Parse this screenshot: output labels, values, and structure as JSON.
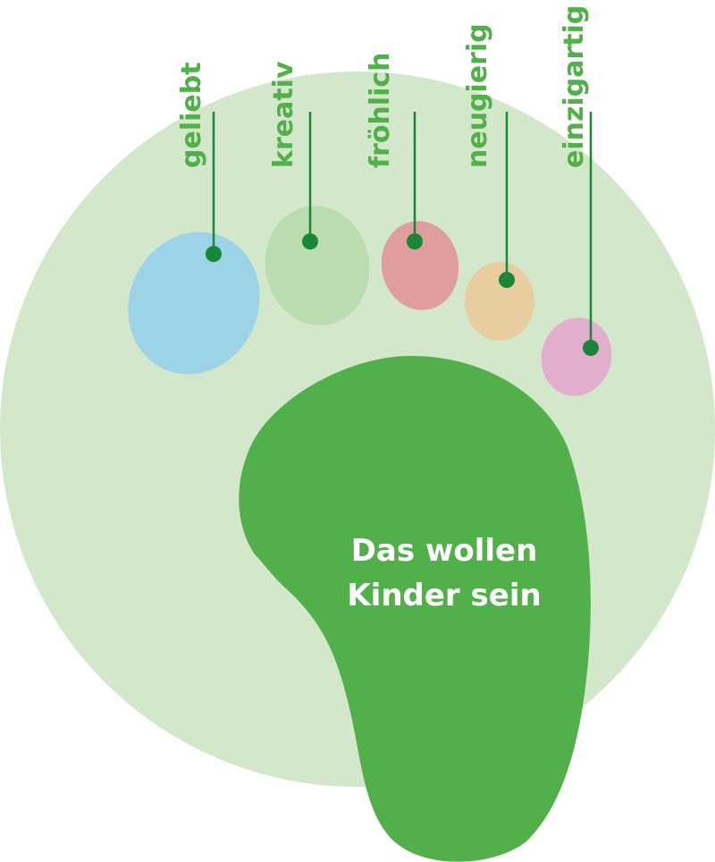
{
  "colors": {
    "background_circle": "#d3e7cb",
    "foot": "#52b04a",
    "label": "#52b04a",
    "pointer": "#188838"
  },
  "toes": [
    {
      "label": "geliebt",
      "color": "#9dd3e7"
    },
    {
      "label": "kreativ",
      "color": "#bbdcb1"
    },
    {
      "label": "fröhlich",
      "color": "#e09d9d"
    },
    {
      "label": "neugierig",
      "color": "#e7cd9f"
    },
    {
      "label": "einzigartig",
      "color": "#e3adcd"
    }
  ],
  "center_text": [
    "Das wollen",
    "Kinder sein"
  ]
}
